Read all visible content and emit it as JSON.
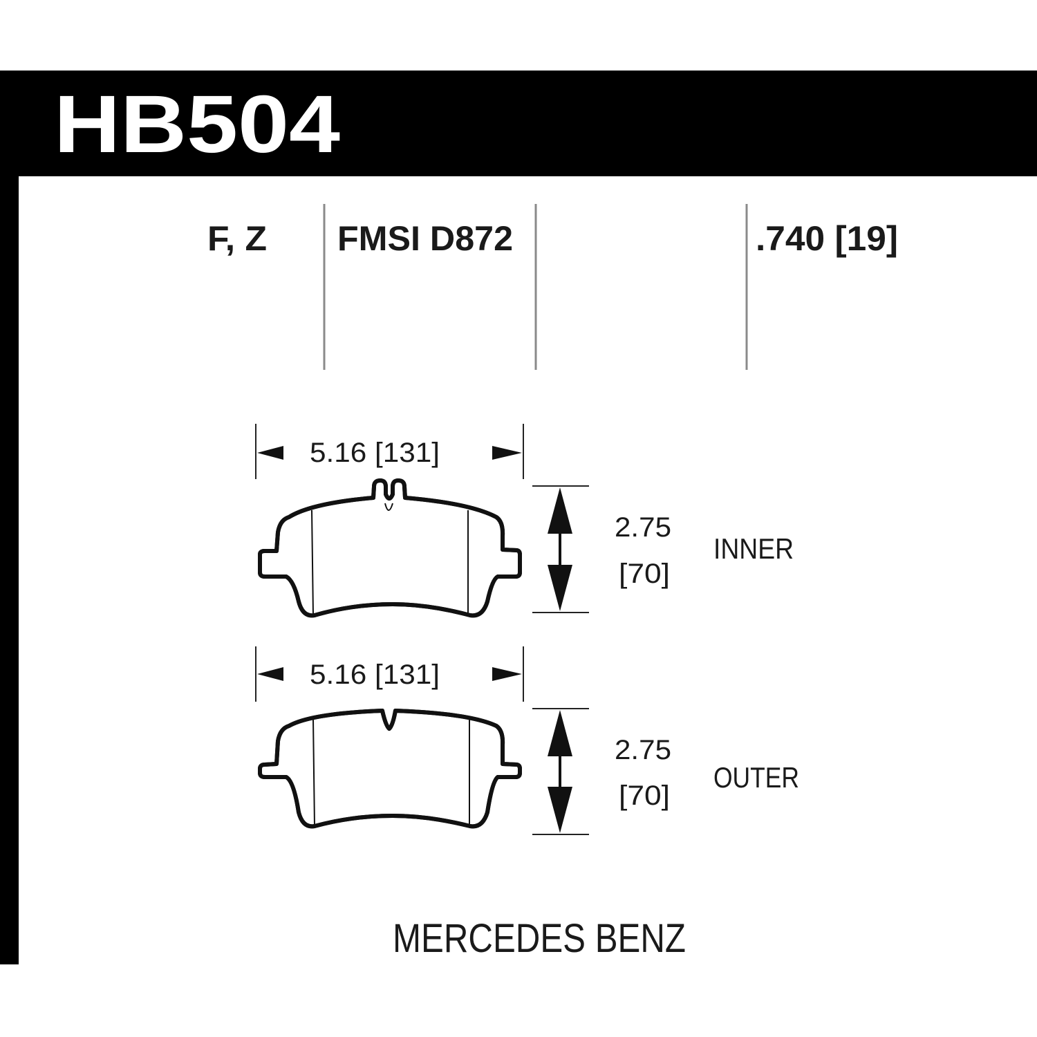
{
  "header": {
    "part_number": "HB504"
  },
  "specs": {
    "position": "F, Z",
    "fmsi": "FMSI D872",
    "thickness": ".740 [19]"
  },
  "inner_pad": {
    "width_label": "5.16 [131]",
    "height_label_in": "2.75",
    "height_label_mm": "[70]",
    "side_label": "INNER"
  },
  "outer_pad": {
    "width_label": "5.16 [131]",
    "height_label_in": "2.75",
    "height_label_mm": "[70]",
    "side_label": "OUTER"
  },
  "footer": {
    "make": "MERCEDES BENZ"
  },
  "colors": {
    "band": "#000000",
    "divider": "#8a8a8a",
    "ink": "#1a1a1a"
  }
}
